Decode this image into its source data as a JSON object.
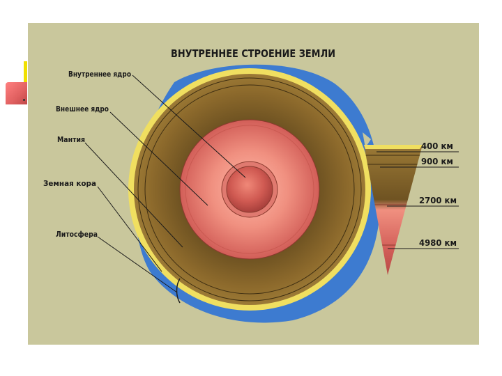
{
  "diagram": {
    "title": "ВНУТРЕННЕЕ СТРОЕНИЕ ЗЕМЛИ",
    "layer_labels": [
      {
        "id": "inner-core",
        "text": "Внутреннее ядро"
      },
      {
        "id": "outer-core",
        "text": "Внешнее ядро"
      },
      {
        "id": "mantle",
        "text": "Мантия"
      },
      {
        "id": "crust",
        "text": "Земная кора"
      },
      {
        "id": "lithosphere",
        "text": "Литосфера"
      }
    ],
    "depth_labels": [
      "400 км",
      "900 км",
      "2700 км",
      "4980 км"
    ],
    "colors": {
      "background": "#c9c79c",
      "ocean": "#3d7bd0",
      "crust": "#f0df60",
      "mantle": "#8d6a2c",
      "outer_core": "#e0706a",
      "inner_core": "#c44848"
    }
  }
}
